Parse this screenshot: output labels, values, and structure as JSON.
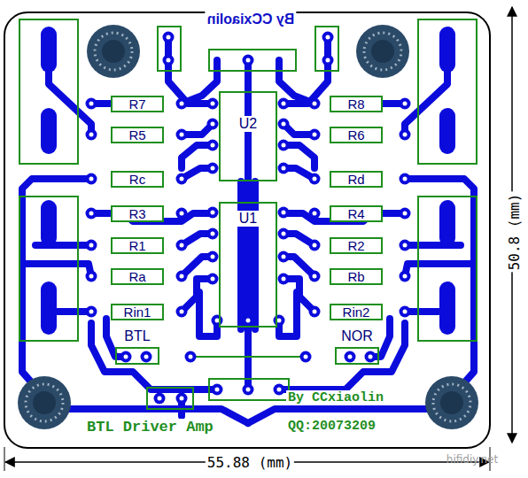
{
  "diagram": {
    "nodes": [
      {
        "text": [
          "U2"
        ]
      },
      {
        "text": [
          "R7"
        ]
      },
      {
        "text": [
          "R8"
        ]
      },
      {
        "text": [
          "R5"
        ]
      },
      {
        "text": [
          "R6"
        ]
      },
      {
        "text": [
          "Rc"
        ]
      },
      {
        "text": [
          "Rd"
        ]
      },
      {
        "text": [
          "U1"
        ]
      },
      {
        "text": [
          "R3"
        ]
      },
      {
        "text": [
          "R4"
        ]
      },
      {
        "text": [
          "R1"
        ]
      },
      {
        "text": [
          "R2"
        ]
      },
      {
        "text": [
          "Ra"
        ]
      },
      {
        "text": [
          "Rb"
        ]
      },
      {
        "text": [
          "Rin1"
        ]
      },
      {
        "text": [
          "Rin2"
        ]
      },
      {
        "text": [
          "BTL"
        ]
      },
      {
        "text": [
          "NOR"
        ]
      }
    ],
    "labels": [
      "By CCxiaolin",
      "By CCxiaolin",
      "QQ:20073209",
      "BTL Driver Amp",
      "50.8 (mm)",
      "55.88 (mm)",
      "hifidiy.net"
    ]
  }
}
